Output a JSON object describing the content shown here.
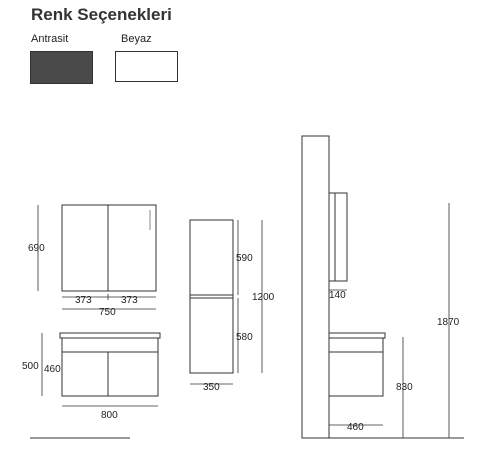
{
  "header": {
    "title": "Renk Seçenekleri"
  },
  "swatches": [
    {
      "label": "Antrasit",
      "color": "#4a4a4a"
    },
    {
      "label": "Beyaz",
      "color": "#ffffff"
    }
  ],
  "dimensions": {
    "mirror_height": "690",
    "mirror_door_left": "373",
    "mirror_door_right": "373",
    "mirror_width": "750",
    "vanity_height_outer": "500",
    "vanity_height_inner": "460",
    "vanity_width": "800",
    "tall_upper": "590",
    "tall_lower": "580",
    "tall_height": "1200",
    "tall_width": "350",
    "side_mirror_depth": "140",
    "side_total_height": "1870",
    "side_vanity_height": "830",
    "side_vanity_depth": "460"
  }
}
